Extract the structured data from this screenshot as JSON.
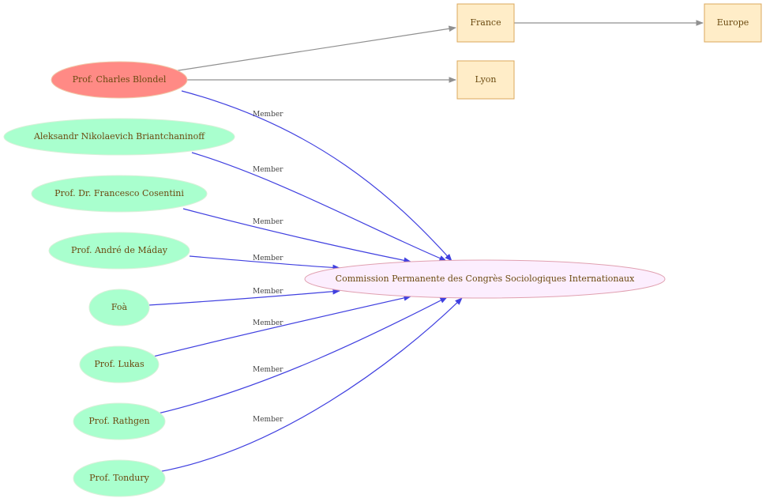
{
  "colors": {
    "person_highlight_fill": "#ff8a85",
    "person_fill": "#a9ffce",
    "place_fill": "#ffedc8",
    "place_stroke": "#dba85c",
    "org_fill": "#fceefe",
    "org_stroke": "#e0a0b0",
    "member_edge": "#4040e0",
    "location_edge": "#909090",
    "label_text": "#6b4a10"
  },
  "nodes": {
    "blondel": {
      "label": "Prof.  Charles Blondel"
    },
    "briantchaninoff": {
      "label": "Aleksandr Nikolaevich  Briantchaninoff"
    },
    "cosentini": {
      "label": "Prof. Dr. Francesco Cosentini"
    },
    "maday": {
      "label": "Prof.  André de Máday"
    },
    "foa": {
      "label": "Foà"
    },
    "lukas": {
      "label": "Prof. Lukas"
    },
    "rathgen": {
      "label": "Prof. Rathgen"
    },
    "tondury": {
      "label": "Prof. Tondury"
    },
    "commission": {
      "label": "Commission Permanente des Congrès Sociologiques Internationaux"
    },
    "france": {
      "label": "France"
    },
    "lyon": {
      "label": "Lyon"
    },
    "europe": {
      "label": "Europe"
    }
  },
  "edges": {
    "member_label": "Member"
  }
}
